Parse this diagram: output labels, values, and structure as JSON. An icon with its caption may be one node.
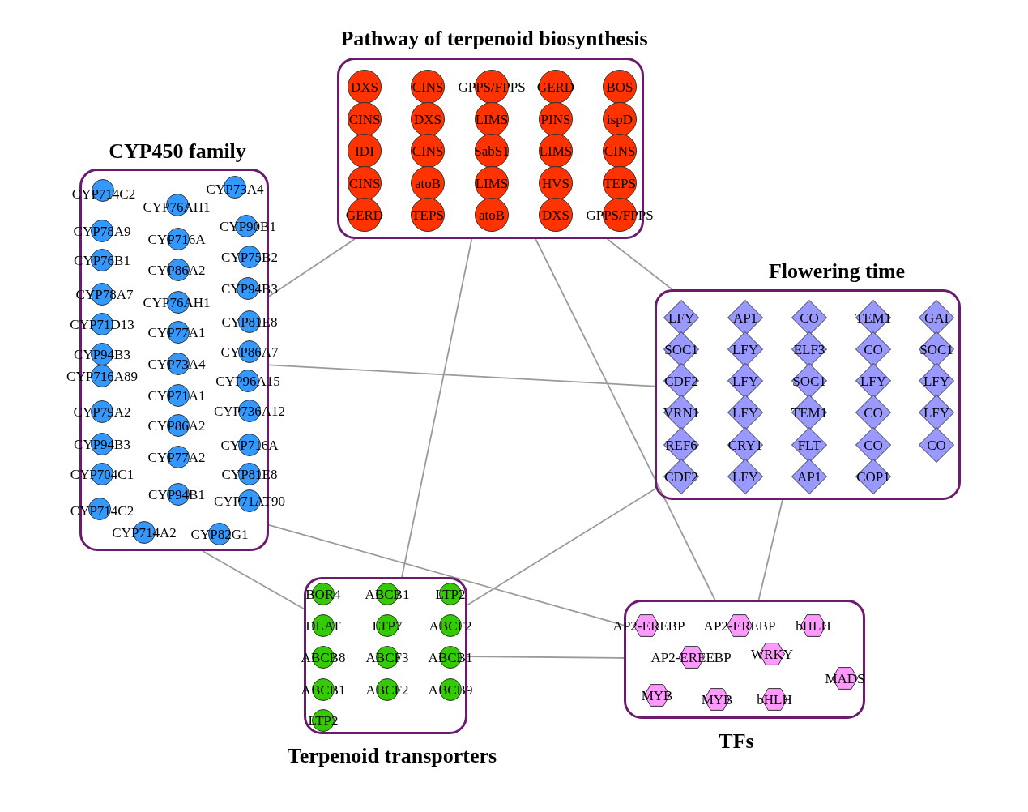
{
  "diagram": {
    "nodes": [
      {
        "text": [
          "Pathway of terpenoid biosynthesis"
        ]
      },
      {
        "text": [
          "DXS"
        ],
        "in": 0
      },
      {
        "text": [
          "CINS"
        ],
        "in": 0
      },
      {
        "text": [
          "GPPS/FPPS"
        ],
        "in": 0
      },
      {
        "text": [
          "GERD"
        ],
        "in": 0
      },
      {
        "text": [
          "BOS"
        ],
        "in": 0
      },
      {
        "text": [
          "CINS"
        ],
        "in": 0
      },
      {
        "text": [
          "DXS"
        ],
        "in": 0
      },
      {
        "text": [
          "LIMS"
        ],
        "in": 0
      },
      {
        "text": [
          "PINS"
        ],
        "in": 0
      },
      {
        "text": [
          "ispD"
        ],
        "in": 0
      },
      {
        "text": [
          "IDI"
        ],
        "in": 0
      },
      {
        "text": [
          "CINS"
        ],
        "in": 0
      },
      {
        "text": [
          "SabS1"
        ],
        "in": 0
      },
      {
        "text": [
          "LIMS"
        ],
        "in": 0
      },
      {
        "text": [
          "CINS"
        ],
        "in": 0
      },
      {
        "text": [
          "CINS"
        ],
        "in": 0
      },
      {
        "text": [
          "atoB"
        ],
        "in": 0
      },
      {
        "text": [
          "LIMS"
        ],
        "in": 0
      },
      {
        "text": [
          "HVS"
        ],
        "in": 0
      },
      {
        "text": [
          "TEPS"
        ],
        "in": 0
      },
      {
        "text": [
          "GERD"
        ],
        "in": 0
      },
      {
        "text": [
          "TEPS"
        ],
        "in": 0
      },
      {
        "text": [
          "atoB"
        ],
        "in": 0
      },
      {
        "text": [
          "DXS"
        ],
        "in": 0
      },
      {
        "text": [
          "GPPS/FPPS"
        ],
        "in": 0
      },
      {
        "text": [
          "CYP450 family"
        ]
      },
      {
        "text": [
          "CYP714C2"
        ],
        "in": 26
      },
      {
        "text": [
          "CYP73A4"
        ],
        "in": 26
      },
      {
        "text": [
          "CYP76AH1"
        ],
        "in": 26
      },
      {
        "text": [
          "CYP78A9"
        ],
        "in": 26
      },
      {
        "text": [
          "CYP90B1"
        ],
        "in": 26
      },
      {
        "text": [
          "CYP716A"
        ],
        "in": 26
      },
      {
        "text": [
          "CYP76B1"
        ],
        "in": 26
      },
      {
        "text": [
          "CYP75B2"
        ],
        "in": 26
      },
      {
        "text": [
          "CYP86A2"
        ],
        "in": 26
      },
      {
        "text": [
          "CYP78A7"
        ],
        "in": 26
      },
      {
        "text": [
          "CYP94B3"
        ],
        "in": 26
      },
      {
        "text": [
          "CYP76AH1"
        ],
        "in": 26
      },
      {
        "text": [
          "CYP71D13"
        ],
        "in": 26
      },
      {
        "text": [
          "CYP81E8"
        ],
        "in": 26
      },
      {
        "text": [
          "CYP77A1"
        ],
        "in": 26
      },
      {
        "text": [
          "CYP94B3"
        ],
        "in": 26
      },
      {
        "text": [
          "CYP86A7"
        ],
        "in": 26
      },
      {
        "text": [
          "CYP73A4"
        ],
        "in": 26
      },
      {
        "text": [
          "CYP716A89"
        ],
        "in": 26
      },
      {
        "text": [
          "CYP96A15"
        ],
        "in": 26
      },
      {
        "text": [
          "CYP71A1"
        ],
        "in": 26
      },
      {
        "text": [
          "CYP79A2"
        ],
        "in": 26
      },
      {
        "text": [
          "CYP736A12"
        ],
        "in": 26
      },
      {
        "text": [
          "CYP86A2"
        ],
        "in": 26
      },
      {
        "text": [
          "CYP94B3"
        ],
        "in": 26
      },
      {
        "text": [
          "CYP716A"
        ],
        "in": 26
      },
      {
        "text": [
          "CYP77A2"
        ],
        "in": 26
      },
      {
        "text": [
          "CYP704C1"
        ],
        "in": 26
      },
      {
        "text": [
          "CYP81E8"
        ],
        "in": 26
      },
      {
        "text": [
          "CYP94B1"
        ],
        "in": 26
      },
      {
        "text": [
          "CYP71AT90"
        ],
        "in": 26
      },
      {
        "text": [
          "CYP714C2"
        ],
        "in": 26
      },
      {
        "text": [
          "CYP714A2"
        ],
        "in": 26
      },
      {
        "text": [
          "CYP82G1"
        ],
        "in": 26
      },
      {
        "text": [
          "Flowering time"
        ]
      },
      {
        "text": [
          "LFY"
        ],
        "in": 61
      },
      {
        "text": [
          "AP1"
        ],
        "in": 61
      },
      {
        "text": [
          "CO"
        ],
        "in": 61
      },
      {
        "text": [
          "TEM1"
        ],
        "in": 61
      },
      {
        "text": [
          "GAI"
        ],
        "in": 61
      },
      {
        "text": [
          "SOC1"
        ],
        "in": 61
      },
      {
        "text": [
          "LFY"
        ],
        "in": 61
      },
      {
        "text": [
          "ELF3"
        ],
        "in": 61
      },
      {
        "text": [
          "CO"
        ],
        "in": 61
      },
      {
        "text": [
          "SOC1"
        ],
        "in": 61
      },
      {
        "text": [
          "CDF2"
        ],
        "in": 61
      },
      {
        "text": [
          "LFY"
        ],
        "in": 61
      },
      {
        "text": [
          "SOC1"
        ],
        "in": 61
      },
      {
        "text": [
          "LFY"
        ],
        "in": 61
      },
      {
        "text": [
          "LFY"
        ],
        "in": 61
      },
      {
        "text": [
          "VRN1"
        ],
        "in": 61
      },
      {
        "text": [
          "LFY"
        ],
        "in": 61
      },
      {
        "text": [
          "TEM1"
        ],
        "in": 61
      },
      {
        "text": [
          "CO"
        ],
        "in": 61
      },
      {
        "text": [
          "LFY"
        ],
        "in": 61
      },
      {
        "text": [
          "REF6"
        ],
        "in": 61
      },
      {
        "text": [
          "CRY1"
        ],
        "in": 61
      },
      {
        "text": [
          "FLT"
        ],
        "in": 61
      },
      {
        "text": [
          "CO"
        ],
        "in": 61
      },
      {
        "text": [
          "CO"
        ],
        "in": 61
      },
      {
        "text": [
          "CDF2"
        ],
        "in": 61
      },
      {
        "text": [
          "LFY"
        ],
        "in": 61
      },
      {
        "text": [
          "AP1"
        ],
        "in": 61
      },
      {
        "text": [
          "COP1"
        ],
        "in": 61
      },
      {
        "text": [
          "Terpenoid transporters"
        ]
      },
      {
        "text": [
          "BOR4"
        ],
        "in": 91
      },
      {
        "text": [
          "ABCB1"
        ],
        "in": 91
      },
      {
        "text": [
          "LTP2"
        ],
        "in": 91
      },
      {
        "text": [
          "DLAT"
        ],
        "in": 91
      },
      {
        "text": [
          "LTP7"
        ],
        "in": 91
      },
      {
        "text": [
          "ABCF2"
        ],
        "in": 91
      },
      {
        "text": [
          "ABCB8"
        ],
        "in": 91
      },
      {
        "text": [
          "ABCF3"
        ],
        "in": 91
      },
      {
        "text": [
          "ABCB1"
        ],
        "in": 91
      },
      {
        "text": [
          "ABCB1"
        ],
        "in": 91
      },
      {
        "text": [
          "ABCF2"
        ],
        "in": 91
      },
      {
        "text": [
          "ABCB9"
        ],
        "in": 91
      },
      {
        "text": [
          "LTP2"
        ],
        "in": 91
      },
      {
        "text": [
          "TFs"
        ]
      },
      {
        "text": [
          "AP2-EREBP"
        ],
        "in": 105
      },
      {
        "text": [
          "AP2-EREBP"
        ],
        "in": 105
      },
      {
        "text": [
          "bHLH"
        ],
        "in": 105
      },
      {
        "text": [
          "WRKY"
        ],
        "in": 105
      },
      {
        "text": [
          "AP2-EREEBP"
        ],
        "in": 105
      },
      {
        "text": [
          "MADS"
        ],
        "in": 105
      },
      {
        "text": [
          "MYB"
        ],
        "in": 105
      },
      {
        "text": [
          "MYB"
        ],
        "in": 105
      },
      {
        "text": [
          "bHLH"
        ],
        "in": 105
      }
    ],
    "edges": [
      {
        "from": 26,
        "to": 0,
        "arrow": "none"
      },
      {
        "from": 26,
        "to": 61,
        "arrow": "none"
      },
      {
        "from": 26,
        "to": 91,
        "arrow": "none"
      },
      {
        "from": 26,
        "to": 105,
        "arrow": "none"
      },
      {
        "from": 0,
        "to": 61,
        "arrow": "none"
      },
      {
        "from": 0,
        "to": 91,
        "arrow": "none"
      },
      {
        "from": 0,
        "to": 105,
        "arrow": "none"
      },
      {
        "from": 91,
        "to": 61,
        "arrow": "none"
      },
      {
        "from": 91,
        "to": 105,
        "arrow": "none"
      },
      {
        "from": 61,
        "to": 105,
        "arrow": "none"
      }
    ]
  }
}
